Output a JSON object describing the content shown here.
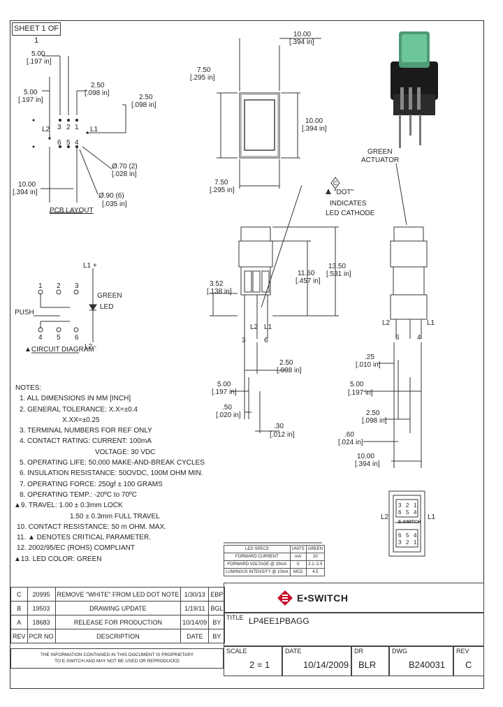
{
  "sheet": "SHEET 1 OF 1",
  "dims_top": {
    "w10": "10.00",
    "w10_in": "[.394 in]",
    "h750": "7.50",
    "h750_in": "[.295 in]",
    "h10": "10.00",
    "h10_in": "[.394 in]",
    "w750": "7.50",
    "w750_in": "[.295 in]"
  },
  "pcb": {
    "d500a": "5.00",
    "d500a_in": "[.197 in]",
    "d500b": "5.00",
    "d500b_in": "[.197 in]",
    "d250a": "2.50",
    "d250a_in": "[.098 in]",
    "d250b": "2.50",
    "d250b_in": "[.098 in]",
    "d1000": "10.00",
    "d1000_in": "[.394 in]",
    "hole1": "Ø.70 (2)",
    "hole1_in": "[.028 in]",
    "hole2": "Ø.90 (6)",
    "hole2_in": "[.035 in]",
    "pins_top": [
      "3",
      "2",
      "1"
    ],
    "pins_bottom": [
      "6",
      "5",
      "4"
    ],
    "l1": "L1",
    "l2": "L2",
    "title": "PCB LAYOUT"
  },
  "callouts": {
    "green_actuator_1": "GREEN",
    "green_actuator_2": "ACTUATOR",
    "c_mark": "C",
    "dot_text": "\"DOT\"",
    "indicates": "INDICATES",
    "led_cathode": "LED CATHODE"
  },
  "side_dims": {
    "d352": "3.52",
    "d352_in": "[.138 in]",
    "d1160": "11.60",
    "d1160_in": "[.457 in]",
    "d1350": "13.50",
    "d1350_in": "[.531 in]",
    "d250": "2.50",
    "d250_in": "[.098 in]",
    "d500": "5.00",
    "d500_in": "[.197 in]",
    "d050": ".50",
    "d050_in": "[.020 in]",
    "d030": ".30",
    "d030_in": "[.012 in]",
    "l2": "L2",
    "l1": "L1",
    "pin3": "3",
    "pin6": "6"
  },
  "right_dims": {
    "d025": ".25",
    "d025_in": "[.010 in]",
    "d500": "5.00",
    "d500_in": "[.197 in]",
    "d250": "2.50",
    "d250_in": "[.098 in]",
    "d060": ".60",
    "d060_in": "[.024 in]",
    "d1000": "10.00",
    "d1000_in": "[.394 in]",
    "l2": "L2",
    "l1": "L1",
    "pin6": "6",
    "pin4": "4"
  },
  "circuit": {
    "l1": "L1 +",
    "l2": "L2 -",
    "push": "PUSH",
    "green": "GREEN",
    "led": "LED",
    "pins_top": [
      "1",
      "2",
      "3"
    ],
    "pins_bottom": [
      "4",
      "5",
      "6"
    ],
    "title": "▲CIRCUIT DIAGRAM"
  },
  "notes": [
    "NOTES:",
    "1. ALL DIMENSIONS IN MM [INCH]",
    "2. GENERAL TOLERANCE: X.X=±0.4",
    "X.XX=±0.25",
    "3. TERMINAL NUMBERS FOR REF ONLY",
    "4. CONTACT RATING: CURRENT: 100mA",
    "VOLTAGE: 30 VDC",
    "5. OPERATING LIFE: 50,000 MAKE-AND-BREAK CYCLES",
    "6. INSULATION RESISTANCE: 50OVDC, 100M OHM MIN.",
    "7. OPERATING FORCE: 250gf ± 100 GRAMS",
    "8. OPERATING TEMP.: -20ºC to 70ºC",
    "▲9. TRAVEL: 1.00 ± 0.3mm LOCK",
    "1.50 ± 0.3mm FULL TRAVEL",
    "10. CONTACT RESISTANCE: 50 m OHM. MAX.",
    "11. ▲ DENOTES CRITICAL PARAMETER.",
    "12. 2002/95/EC (ROHS) COMPLIANT",
    "▲13. LED COLOR: GREEN"
  ],
  "bottom_view": {
    "l2": "L2",
    "l1": "L1",
    "top_pins": [
      "3",
      "6"
    ],
    "top_pins2": [
      "2",
      "5"
    ],
    "top_pins3": [
      "1",
      "4"
    ],
    "brand": "E-SWITCH"
  },
  "led_specs": {
    "headers": [
      "LED SPECS",
      "UNITS",
      "GREEN"
    ],
    "rows": [
      [
        "FORWARD CURRENT",
        "mA",
        "20"
      ],
      [
        "FORWARD VOLTAGE @ 20mA",
        "V",
        "2.1~2.5"
      ],
      [
        "LUMINOUS INTENSITY @ 10mA",
        "MCD",
        "4.5"
      ]
    ]
  },
  "revisions": {
    "rows": [
      [
        "C",
        "20995",
        "REMOVE \"WHITE\" FROM LED DOT NOTE",
        "1/30/13",
        "EBP"
      ],
      [
        "B",
        "19503",
        "DRAWING UPDATE",
        "1/19/11",
        "BGL"
      ],
      [
        "A",
        "18683",
        "RELEASE FOR PRODUCTION",
        "10/14/09",
        "BY"
      ]
    ],
    "headers": [
      "REV",
      "PCR NO",
      "DESCRIPTION",
      "DATE",
      "BY"
    ]
  },
  "confidential": [
    "THE INFORMATION CONTAINED IN THIS DOCUMENT IS PROPRIETARY",
    "TO E-SWITCH AND MAY NOT BE USED OR REPRODUCED"
  ],
  "title_block": {
    "brand": "E•SWITCH",
    "title_label": "TITLE",
    "title_value": "LP4EE1PBAGG",
    "scale_label": "SCALE",
    "scale_value": "2 = 1",
    "date_label": "DATE",
    "date_value": "10/14/2009",
    "dr_label": "DR",
    "dr_value": "BLR",
    "dwg_label": "DWG",
    "dwg_value": "B240031",
    "rev_label": "REV",
    "rev_value": "C"
  }
}
